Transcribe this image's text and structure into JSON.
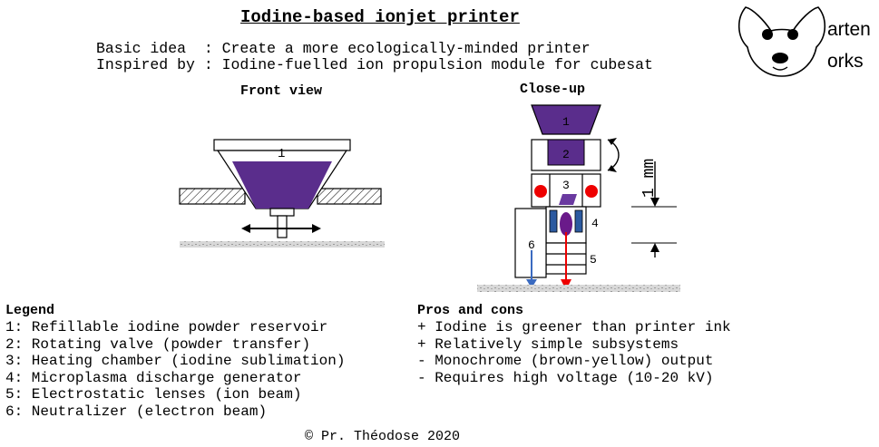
{
  "title": "Iodine-based ionjet printer",
  "intro": {
    "basic_label": "Basic idea  : ",
    "basic_value": "Create a more ecologically-minded printer",
    "inspired_label": "Inspired by : ",
    "inspired_value": "Iodine-fuelled ion propulsion module for cubesat"
  },
  "front_view": {
    "title": "Front view",
    "reservoir_label": "1"
  },
  "close_up": {
    "title": "Close-up",
    "labels": [
      "1",
      "2",
      "3",
      "4",
      "5",
      "6"
    ],
    "scale_label": "1 mm"
  },
  "legend": {
    "title": "Legend",
    "items": [
      "1: Refillable iodine powder reservoir",
      "2: Rotating valve (powder transfer)",
      "3: Heating chamber (iodine sublimation)",
      "4: Microplasma discharge generator",
      "5: Electrostatic lenses (ion beam)",
      "6: Neutralizer (electron beam)"
    ]
  },
  "pros_cons": {
    "title": "Pros and cons",
    "items": [
      "+ Iodine is greener than printer ink",
      "+ Relatively simple subsystems",
      "- Monochrome (brown-yellow) output",
      "- Requires high voltage (10-20 kV)"
    ]
  },
  "logo": {
    "line1": "arten",
    "line2": "orks"
  },
  "copyright": "© Pr. Théodose 2020",
  "colors": {
    "iodine_purple": "#5a2d8c",
    "plasma_purple": "#6a1a8a",
    "heater_red": "#ee0000",
    "ion_beam_red": "#ee0000",
    "electron_beam_blue": "#3a6ac0",
    "electrode_blue": "#2c5aa0"
  }
}
